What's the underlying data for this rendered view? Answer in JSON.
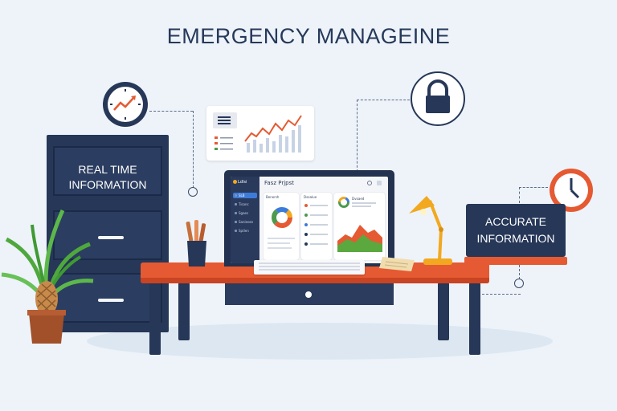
{
  "title": "EMERGENCY MANAGEINE",
  "cabinet": {
    "label_line1": "REAL TIME",
    "label_line2": "INFORMATION"
  },
  "accurate_board": {
    "label_line1": "ACCURATE",
    "label_line2": "INFORMATION"
  },
  "laptop": {
    "app_name": "Ldlsi",
    "project_title": "Fasz Prjpst",
    "nav_items": [
      "SLB",
      "Tisanc",
      "Sgaes",
      "Sanieoes",
      "Sptlen"
    ],
    "panel_left_title": "Benorsh",
    "panel_mid_title": "Dsoalue",
    "panel_right_title": "Dvoaed"
  },
  "icons": {
    "clock_left": "clock-icon",
    "clock_right": "clock-icon",
    "lock": "padlock-icon"
  },
  "colors": {
    "navy": "#263758",
    "orange": "#e55a32",
    "background": "#edf3f9",
    "lamp": "#f2a81f",
    "accent_blue": "#3d7bd9"
  }
}
